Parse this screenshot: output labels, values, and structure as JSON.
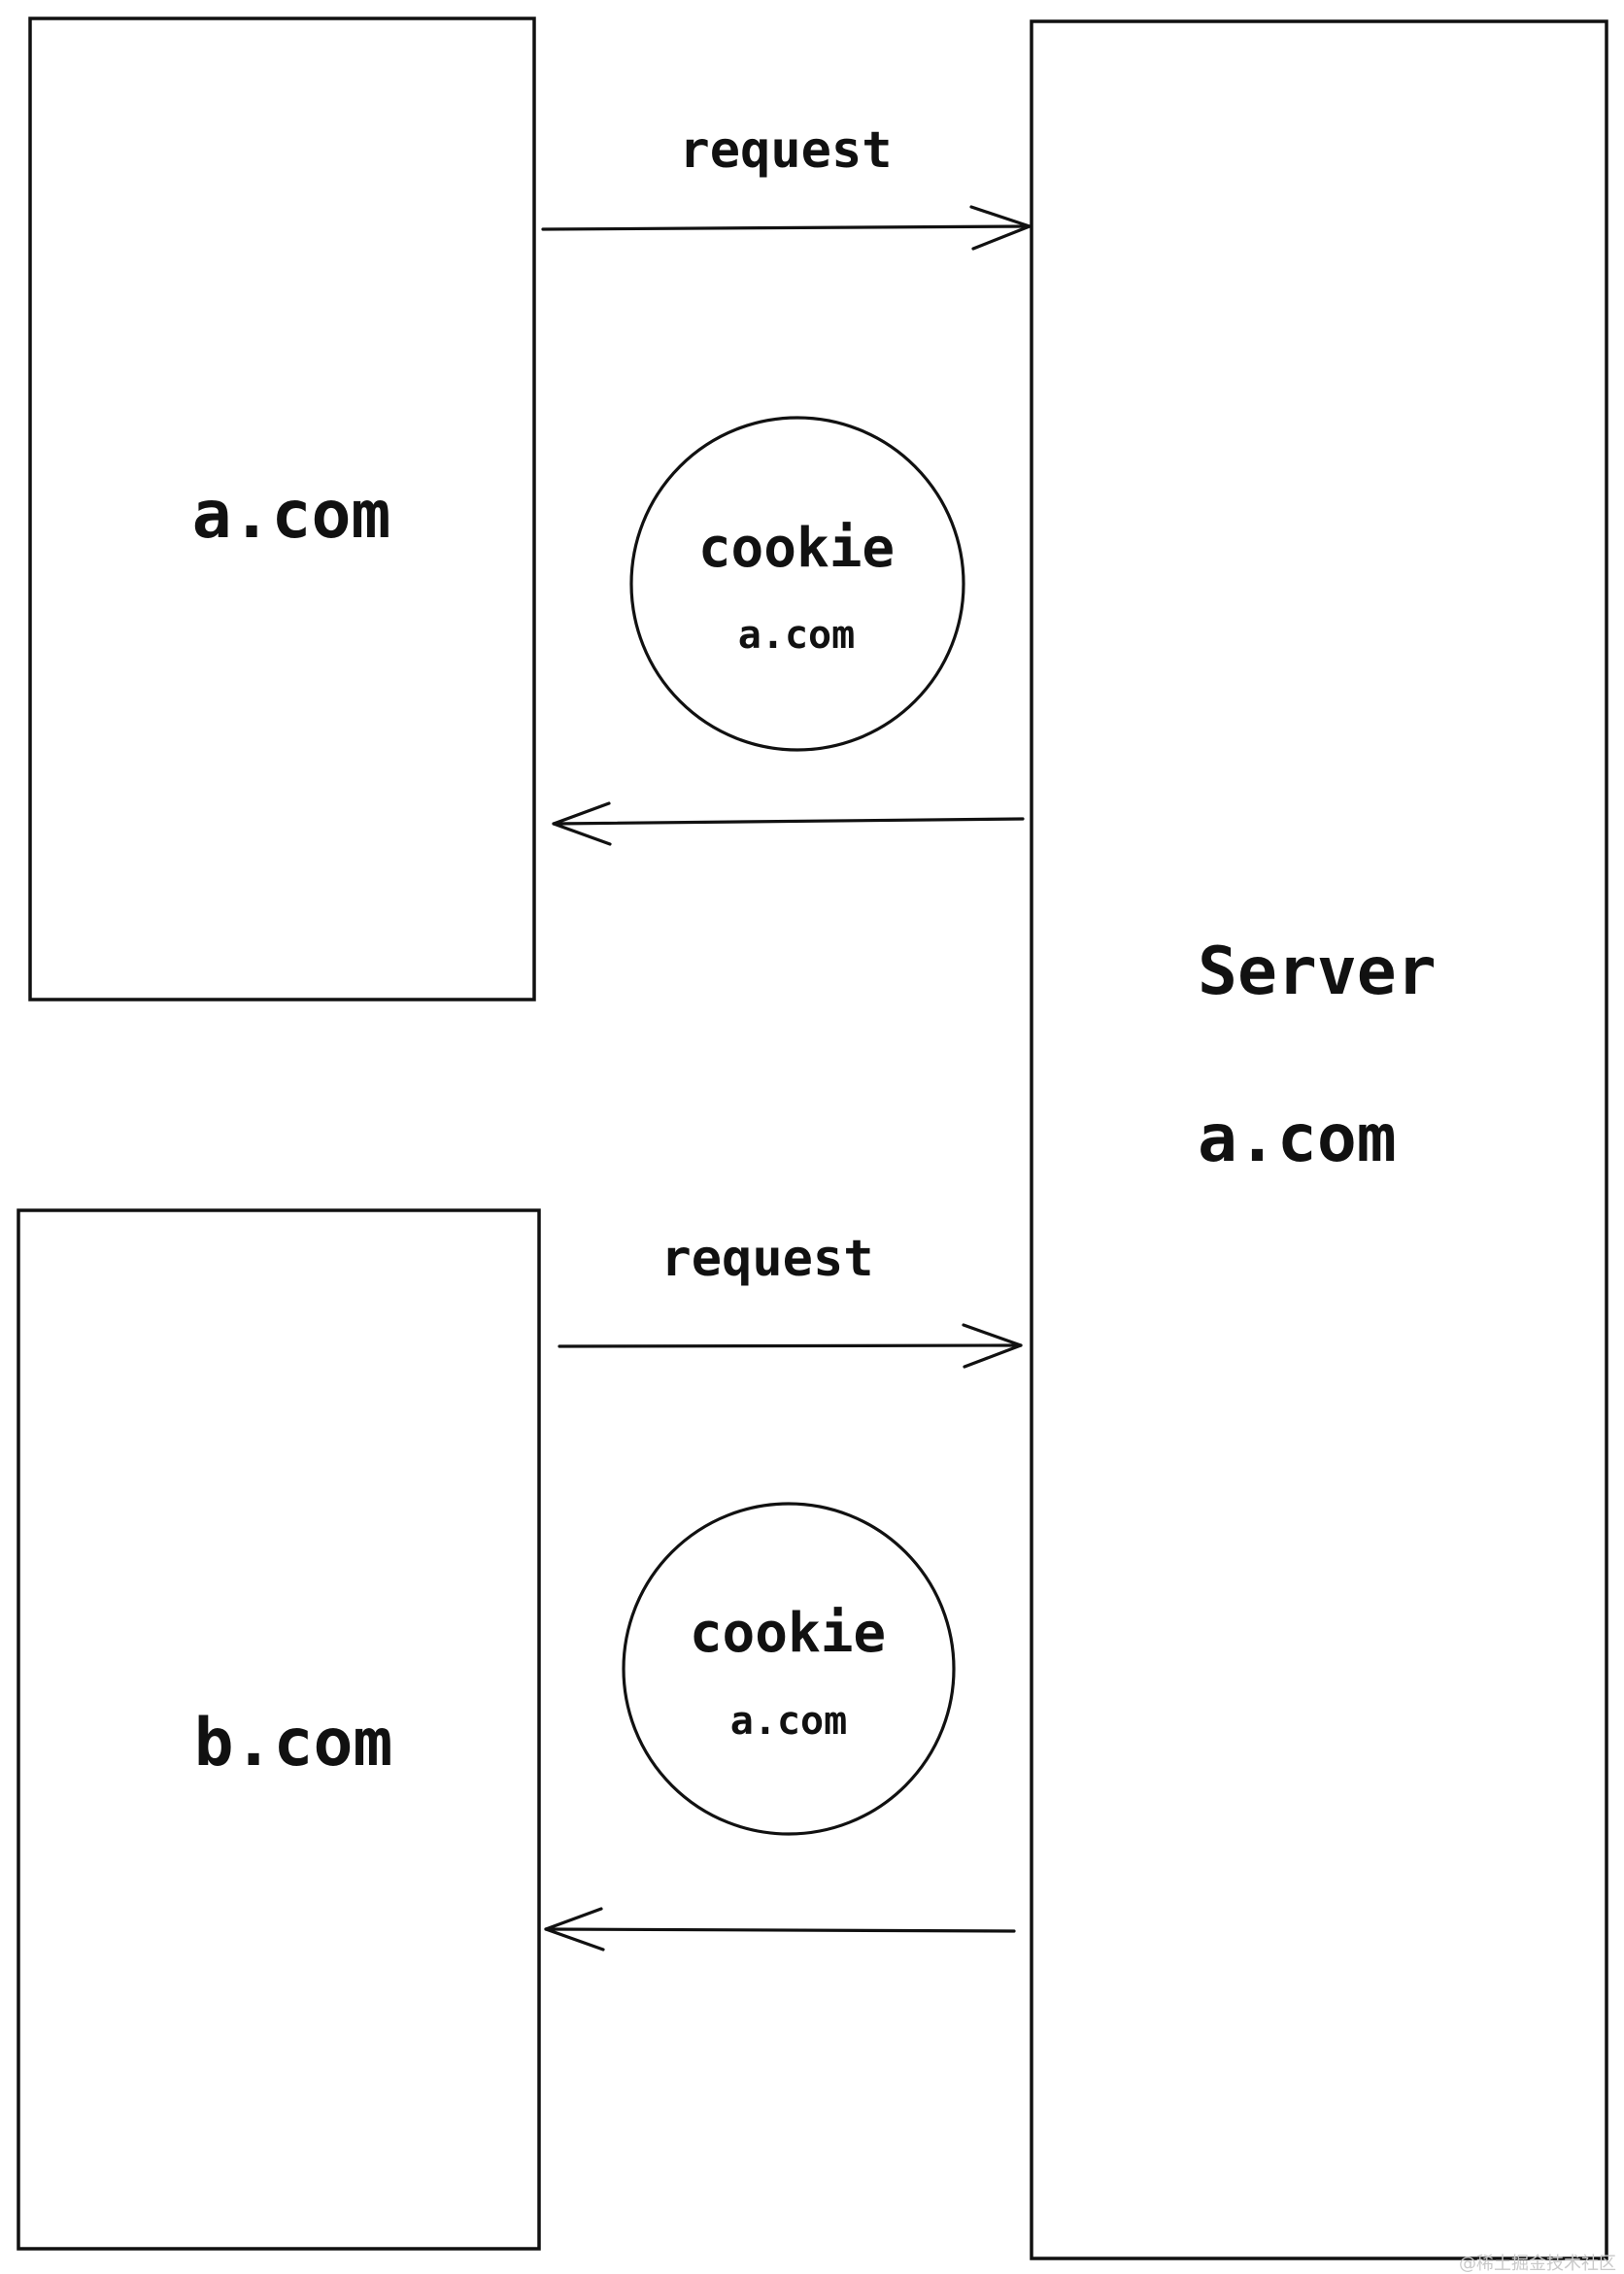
{
  "diagram": {
    "client_a": {
      "label": "a.com"
    },
    "client_b": {
      "label": "b.com"
    },
    "server": {
      "title": "Server",
      "domain": "a.com"
    },
    "flows": [
      {
        "request_label": "request",
        "cookie_label": "cookie",
        "cookie_domain": "a.com"
      },
      {
        "request_label": "request",
        "cookie_label": "cookie",
        "cookie_domain": "a.com"
      }
    ]
  },
  "watermark": "@稀土掘金技术社区"
}
